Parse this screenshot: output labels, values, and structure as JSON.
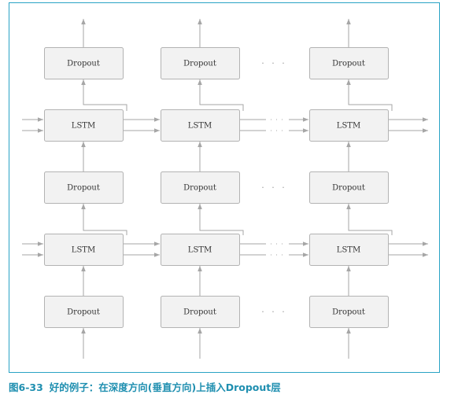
{
  "diagram": {
    "labels": {
      "dropout": "Dropout",
      "lstm": "LSTM",
      "ellipsis": "· · ·"
    },
    "rows": [
      "dropout",
      "lstm",
      "dropout",
      "lstm",
      "dropout"
    ],
    "columns": 3,
    "colors": {
      "box_fill": "#f2f2f2",
      "box_stroke": "#b3b3b3",
      "arrow": "#a6a6a6",
      "accent": "#1f8fb0"
    }
  },
  "caption": {
    "figure_number": "图6-33",
    "text": "好的例子：在深度方向(垂直方向)上插入Dropout层"
  }
}
